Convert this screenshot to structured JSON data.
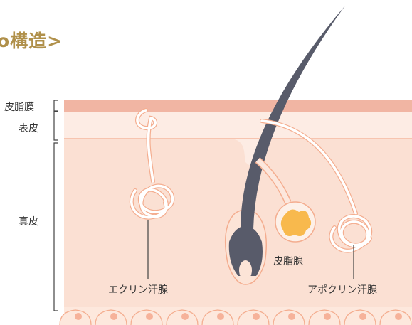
{
  "title": "o構造>",
  "layers": {
    "sebum_membrane": "皮脂膜",
    "epidermis": "表皮",
    "dermis": "真皮"
  },
  "glands": {
    "eccrine": "エクリン汗腺",
    "sebaceous": "皮脂腺",
    "apocrine": "アポクリン汗腺"
  },
  "colors": {
    "title": "#b0904a",
    "sebum_layer": "#f1b5a3",
    "epidermis": "#fce7dd",
    "dermis": "#fbe0d3",
    "outline": "#f4ad8f",
    "hair": "#585b6a",
    "sebum_blob": "#f8b94d"
  }
}
